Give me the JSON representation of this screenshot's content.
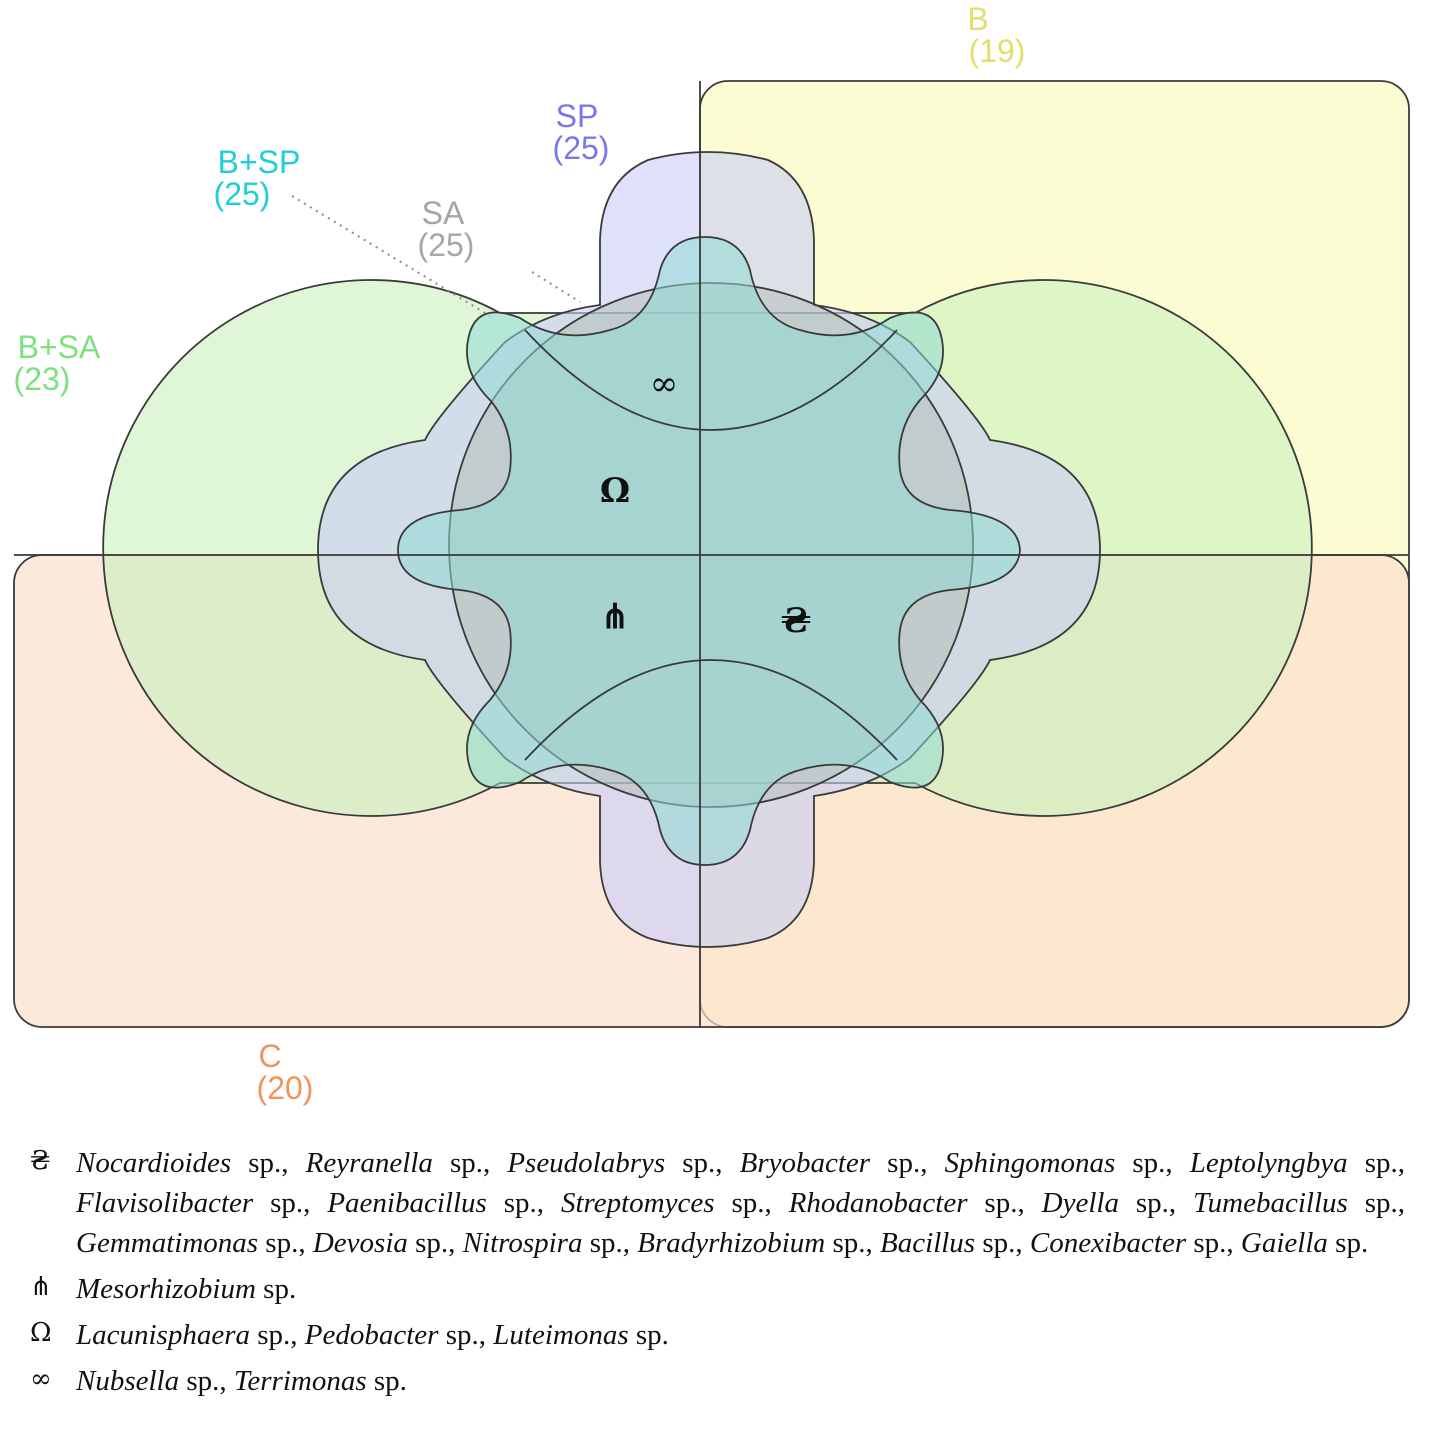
{
  "sets": [
    {
      "id": "B",
      "name": "B",
      "count": "(19)",
      "color": "#e0e06a",
      "fill": "#fdfde0"
    },
    {
      "id": "C",
      "name": "C",
      "count": "(20)",
      "color": "#f0955a",
      "fill": "#fbe2d3"
    },
    {
      "id": "SP",
      "name": "SP",
      "count": "(25)",
      "color": "#7878e8",
      "fill": "#d2d6f6"
    },
    {
      "id": "SA",
      "name": "SA",
      "count": "(25)",
      "color": "#a6a6a6",
      "fill": "#c8ccc8"
    },
    {
      "id": "B+SP",
      "name": "B+SP",
      "count": "(25)",
      "color": "#20cfd6",
      "fill": "#a8e6e2"
    },
    {
      "id": "B+SA",
      "name": "B+SA",
      "count": "(23)",
      "color": "#7fe07f",
      "fill": "#d2f3cd"
    }
  ],
  "region_symbols": {
    "infinity": "∞",
    "omega": "Ω",
    "pitchfork": "⋔",
    "hryvnia": "₴"
  },
  "legend": [
    {
      "symbol": "₴",
      "taxa": [
        "Nocardioides",
        "Reyranella",
        "Pseudolabrys",
        "Bryobacter",
        "Sphingomonas",
        "Leptolyngbya",
        "Flavisolibacter",
        "Paenibacillus",
        "Streptomyces",
        "Rhodanobacter",
        "Dyella",
        "Tumebacillus",
        "Gemmatimonas",
        "Devosia",
        "Nitrospira",
        "Bradyrhizobium",
        "Bacillus",
        "Conexibacter",
        "Gaiella"
      ]
    },
    {
      "symbol": "⋔",
      "taxa": [
        "Mesorhizobium"
      ]
    },
    {
      "symbol": "Ω",
      "taxa": [
        "Lacunisphaera",
        "Pedobacter",
        "Luteimonas"
      ]
    },
    {
      "symbol": "∞",
      "taxa": [
        "Nubsella",
        "Terrimonas"
      ]
    }
  ],
  "species_suffix": "sp."
}
